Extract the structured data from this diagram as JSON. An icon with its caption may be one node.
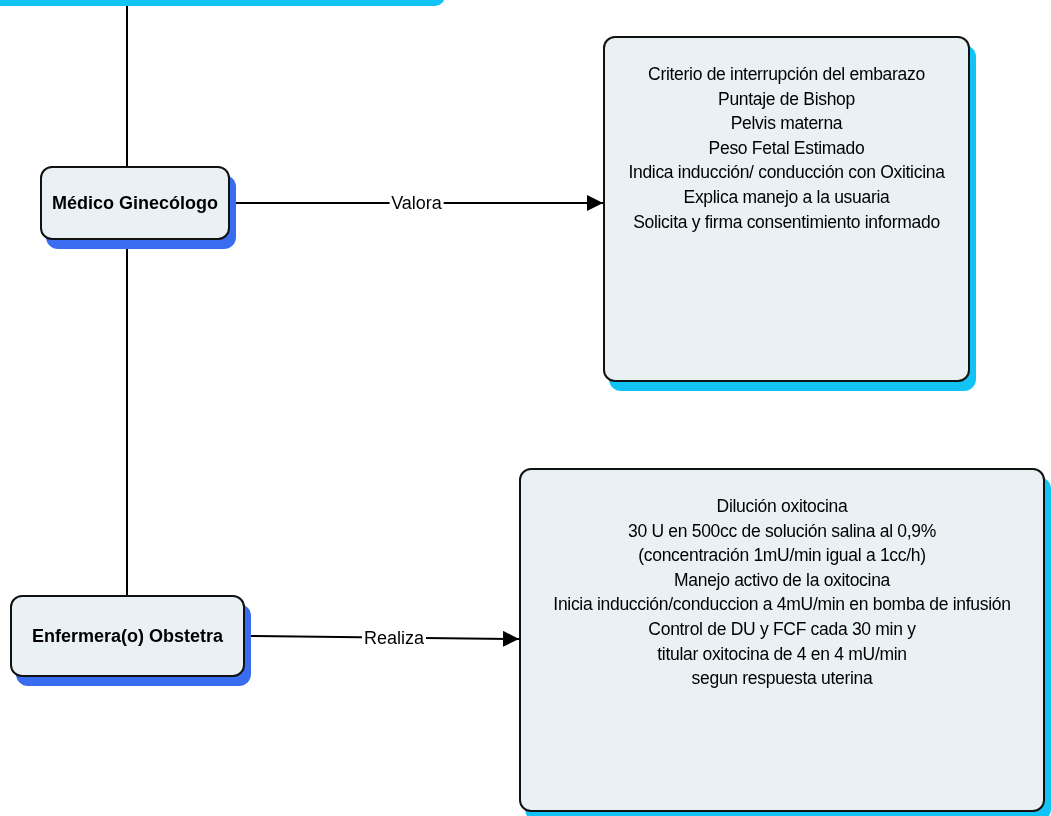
{
  "diagram": {
    "nodes": [
      {
        "text": [],
        "shape": "box"
      },
      {
        "text": [
          "Médico Ginecólogo"
        ]
      },
      {
        "text": [
          "Criterio de interrupción del embarazo",
          "Puntaje de Bishop",
          "Pelvis materna",
          "Peso Fetal Estimado",
          "Indica inducción/ conducción con Oxiticina",
          "Explica manejo a la usuaria",
          "Solicita y firma consentimiento informado"
        ]
      },
      {
        "text": [
          "Enfermera(o) Obstetra"
        ]
      },
      {
        "text": [
          "Dilución oxitocina",
          "30 U en 500cc de solución salina al 0,9%",
          "(concentración 1mU/min igual a 1cc/h)",
          "Manejo activo de la oxitocina",
          "Inicia inducción/conduccion a 4mU/min en bomba de infusión",
          "Control de DU y FCF cada 30 min y",
          "titular oxitocina de 4 en 4 mU/min",
          "segun respuesta uterina"
        ]
      }
    ],
    "edges": [
      {
        "from": 0,
        "to": 1,
        "arrow": "none"
      },
      {
        "from": 1,
        "to": 3,
        "arrow": "none"
      },
      {
        "from": 1,
        "to": 2,
        "arrow": "to",
        "label": "Valora"
      },
      {
        "from": 3,
        "to": 4,
        "arrow": "to",
        "label": "Realiza"
      }
    ]
  }
}
